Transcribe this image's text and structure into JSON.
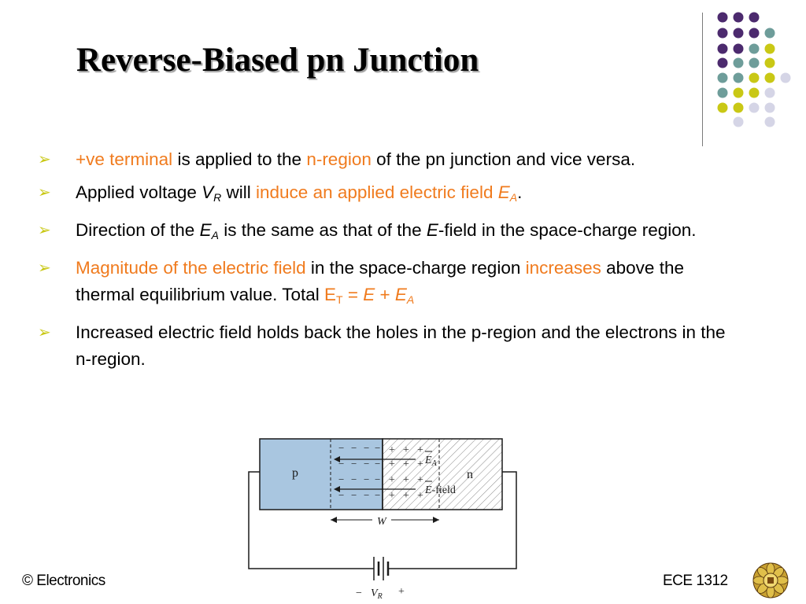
{
  "slide": {
    "title": "Reverse-Biased pn Junction",
    "accent_orange": "#f07b1e",
    "bullet_color": "#c9c815",
    "dot_colors": [
      "#4c2a6e",
      "#6e9d9a",
      "#c9c815",
      "#d5d5e6"
    ]
  },
  "bullets": [
    {
      "parts": [
        {
          "t": "+ve terminal",
          "hl": true
        },
        {
          "t": " is applied to the "
        },
        {
          "t": "n-region",
          "hl": true
        },
        {
          "t": " of the pn junction and vice versa."
        }
      ]
    },
    {
      "parts": [
        {
          "t": "Applied voltage "
        },
        {
          "t": "V",
          "it": true
        },
        {
          "t": "R",
          "sub": true,
          "it": true
        },
        {
          "t": " will "
        },
        {
          "t": "induce an applied electric field ",
          "hl": true
        },
        {
          "t": "E",
          "hl": true,
          "it": true
        },
        {
          "t": "A",
          "hl": true,
          "it": true,
          "sub": true
        },
        {
          "t": "."
        }
      ]
    },
    {
      "parts": [
        {
          "t": "Direction of the "
        },
        {
          "t": "E",
          "it": true
        },
        {
          "t": "A",
          "it": true,
          "sub": true
        },
        {
          "t": " is the same as that of the "
        },
        {
          "t": "E",
          "it": true
        },
        {
          "t": "-field in the space-charge region."
        }
      ]
    },
    {
      "parts": [
        {
          "t": "Magnitude of the electric field",
          "hl": true
        },
        {
          "t": " in the space-charge region "
        },
        {
          "t": "increases",
          "hl": true
        },
        {
          "t": " above the thermal equilibrium value. Total "
        },
        {
          "t": "E",
          "hl": true
        },
        {
          "t": "T",
          "hl": true,
          "sub": true
        },
        {
          "t": " = ",
          "hl": true
        },
        {
          "t": "E",
          "hl": true,
          "it": true
        },
        {
          "t": " + ",
          "hl": true
        },
        {
          "t": "E",
          "hl": true,
          "it": true
        },
        {
          "t": "A",
          "hl": true,
          "it": true,
          "sub": true
        }
      ]
    },
    {
      "parts": [
        {
          "t": "Increased electric field holds back the holes in the p-region and the electrons in the n-region."
        }
      ]
    }
  ],
  "figure": {
    "p_label": "p",
    "n_label": "n",
    "ea_label_main": "E",
    "ea_label_sub": "A",
    "efield_label_main": "E",
    "efield_label_rest": "-field",
    "w_label": "W",
    "vr_minus": "−",
    "vr_main": "V",
    "vr_sub": "R",
    "vr_plus": "+",
    "minus_sign": "−",
    "plus_sign": "+"
  },
  "footer": {
    "left": "© Electronics",
    "right": "ECE 1312"
  }
}
